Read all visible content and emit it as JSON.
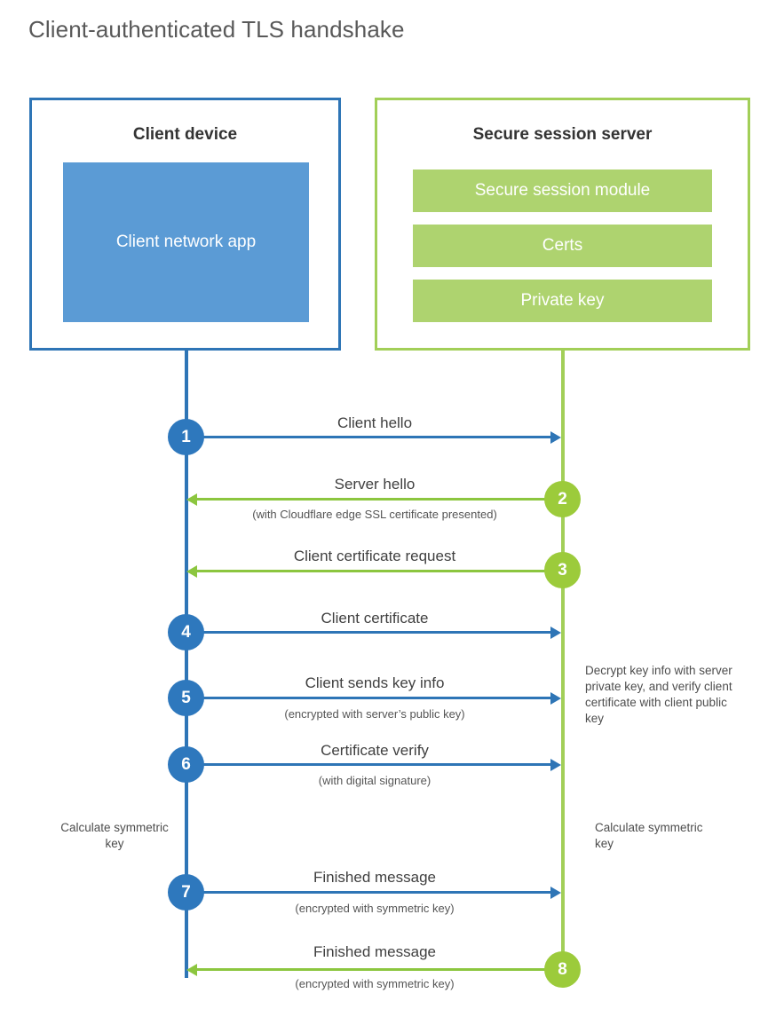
{
  "title": "Client-authenticated TLS handshake",
  "colors": {
    "client_border": "#2e75b6",
    "client_fill": "#5b9bd5",
    "server_border": "#a2cf58",
    "server_fill": "#aed36f",
    "blue_arrow": "#2e75b6",
    "green_arrow": "#8cc63f",
    "title_text": "#595959"
  },
  "client_panel": {
    "title": "Client device",
    "app_box_label": "Client network app"
  },
  "server_panel": {
    "title": "Secure session server",
    "bars": [
      "Secure session module",
      "Certs",
      "Private key"
    ]
  },
  "steps": [
    {
      "number": "1",
      "direction": "client-to-server",
      "label": "Client hello",
      "sublabel": ""
    },
    {
      "number": "2",
      "direction": "server-to-client",
      "label": "Server hello",
      "sublabel": "(with Cloudflare edge SSL certificate presented)"
    },
    {
      "number": "3",
      "direction": "server-to-client",
      "label": "Client certificate request",
      "sublabel": ""
    },
    {
      "number": "4",
      "direction": "client-to-server",
      "label": "Client certificate",
      "sublabel": ""
    },
    {
      "number": "5",
      "direction": "client-to-server",
      "label": "Client sends key info",
      "sublabel": "(encrypted with server’s public key)"
    },
    {
      "number": "6",
      "direction": "client-to-server",
      "label": "Certificate verify",
      "sublabel": "(with digital signature)"
    },
    {
      "number": "7",
      "direction": "client-to-server",
      "label": "Finished message",
      "sublabel": "(encrypted with symmetric key)"
    },
    {
      "number": "8",
      "direction": "server-to-client",
      "label": "Finished message",
      "sublabel": "(encrypted with symmetric key)"
    }
  ],
  "notes": {
    "server_decrypt": "Decrypt key info with server private key, and verify client certificate with client public key",
    "client_calculate": "Calculate symmetric key",
    "server_calculate": "Calculate symmetric key"
  }
}
